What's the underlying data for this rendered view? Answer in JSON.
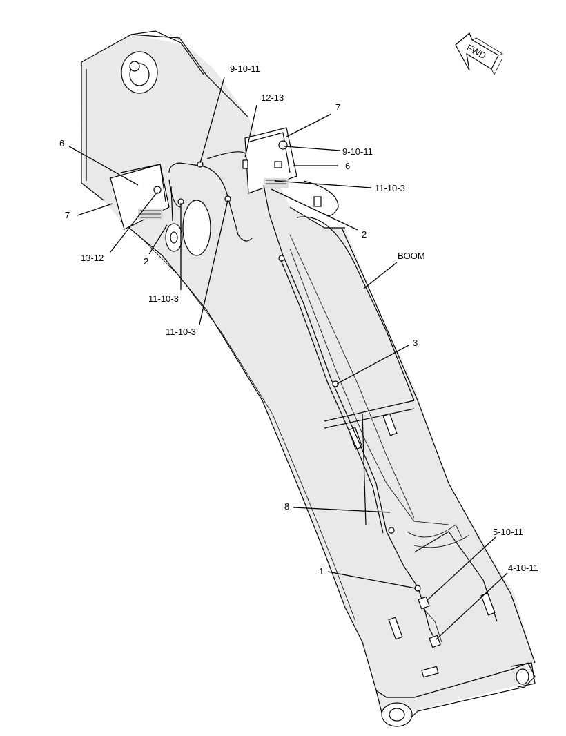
{
  "callouts": {
    "c1": "9-10-11",
    "c2": "12-13",
    "c3": "7",
    "c4": "9-10-11",
    "c5": "6",
    "c6": "11-10-3",
    "c7": "2",
    "c8": "6",
    "c9": "7",
    "c10": "13-12",
    "c11": "2",
    "c12": "11-10-3",
    "c13": "11-10-3",
    "c14": "BOOM",
    "c15": "3",
    "c16": "8",
    "c17": "5-10-11",
    "c18": "1",
    "c19": "4-10-11"
  },
  "fwd_label": "FWD"
}
